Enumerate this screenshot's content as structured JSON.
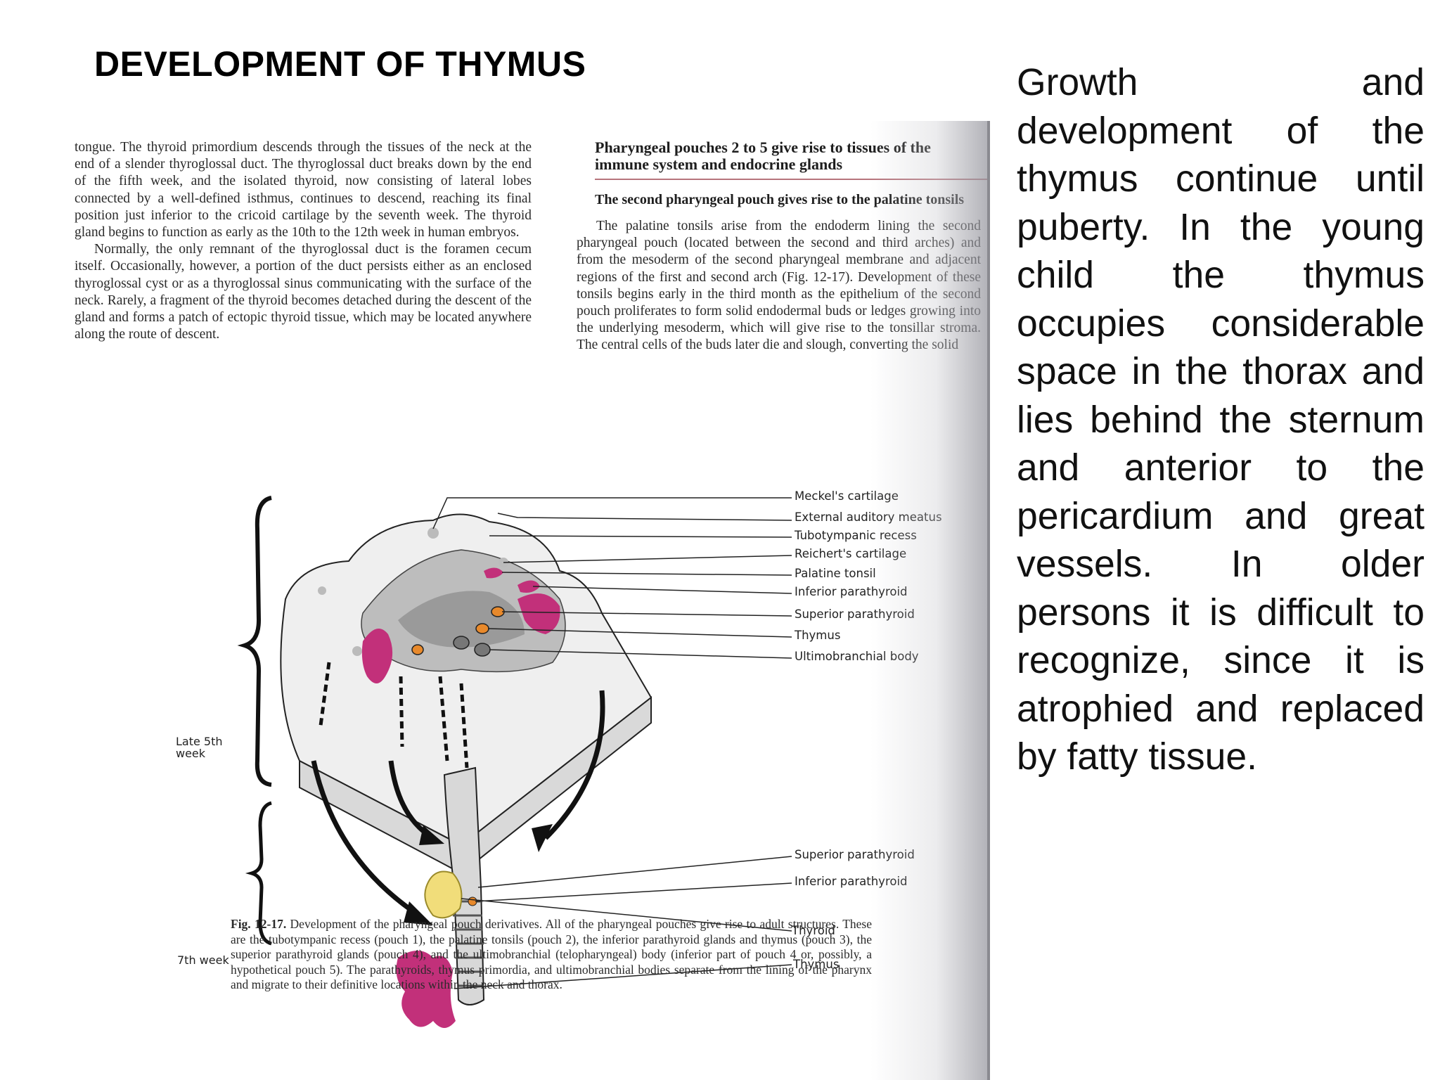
{
  "slide": {
    "title": "DEVELOPMENT OF THYMUS",
    "body": "Growth and development of the thymus continue until puberty. In the young child the thymus occupies considerable space in the thorax and lies behind the sternum and anterior to the pericardium and great vessels. In older persons it is difficult to recognize, since it is atrophied and replaced by fatty tissue."
  },
  "book": {
    "left_column": [
      "tongue. The thyroid primordium descends through the tissues of the neck at the end of a slender thyroglossal duct. The thyroglossal duct breaks down by the end of the fifth week, and the isolated thyroid, now consisting of lateral lobes connected by a well-defined isthmus, continues to descend, reaching its final position just inferior to the cricoid cartilage by the seventh week. The thyroid gland begins to function as early as the 10th to the 12th week in human embryos.",
      "Normally, the only remnant of the thyroglossal duct is the foramen cecum itself. Occasionally, however, a portion of the duct persists either as an enclosed thyroglossal cyst or as a thyroglossal sinus communicating with the surface of the neck. Rarely, a fragment of the thyroid becomes detached during the descent of the gland and forms a patch of ectopic thyroid tissue, which may be located anywhere along the route of descent."
    ],
    "section_heading": "Pharyngeal pouches 2 to 5 give rise to tissues of the immune system and endocrine glands",
    "subsection_heading": "The second pharyngeal pouch gives rise to the palatine tonsils",
    "right_column": "The palatine tonsils arise from the endoderm lining the second pharyngeal pouch (located between the second and third arches) and from the mesoderm of the second pharyngeal membrane and adjacent regions of the first and second arch (Fig. 12-17). Development of these tonsils begins early in the third month as the epithelium of the second pouch proliferates to form solid endodermal buds or ledges growing into the underlying mesoderm, which will give rise to the tonsillar stroma. The central cells of the buds later die and slough, converting the solid"
  },
  "figure": {
    "labels": {
      "meckels": "Meckel's cartilage",
      "ext_auditory": "External auditory meatus",
      "tubotympanic": "Tubotympanic recess",
      "reicherts": "Reichert's cartilage",
      "palatine": "Palatine tonsil",
      "inf_para_1": "Inferior parathyroid",
      "sup_para_1": "Superior parathyroid",
      "thymus_1": "Thymus",
      "ultimo": "Ultimobranchial body",
      "sup_para_2": "Superior parathyroid",
      "inf_para_2": "Inferior parathyroid",
      "thyroid": "Thyroid",
      "thymus_2": "Thymus",
      "late5": "Late 5th",
      "late5b": "week",
      "wk7": "7th week"
    },
    "caption_label": "Fig. 12-17.",
    "caption_text": "Development of the pharyngeal pouch derivatives. All of the pharyngeal pouches give rise to adult structures. These are the tubotympanic recess (pouch 1), the palatine tonsils (pouch 2), the inferior parathyroid glands and thymus (pouch 3), the superior parathyroid glands (pouch 4), and the ultimobranchial (telopharyngeal) body (inferior part of pouch 4 or, possibly, a hypothetical pouch 5). The parathyroids, thymus primordia, and ultimobranchial bodies separate from the lining of the pharynx and migrate to their definitive locations within the neck and thorax."
  },
  "colors": {
    "thymus_magenta": "#c2307a",
    "parathyroid_orange": "#e8892b",
    "thyroid_yellow": "#f1dd7a",
    "rule_rose": "#b7747c"
  }
}
